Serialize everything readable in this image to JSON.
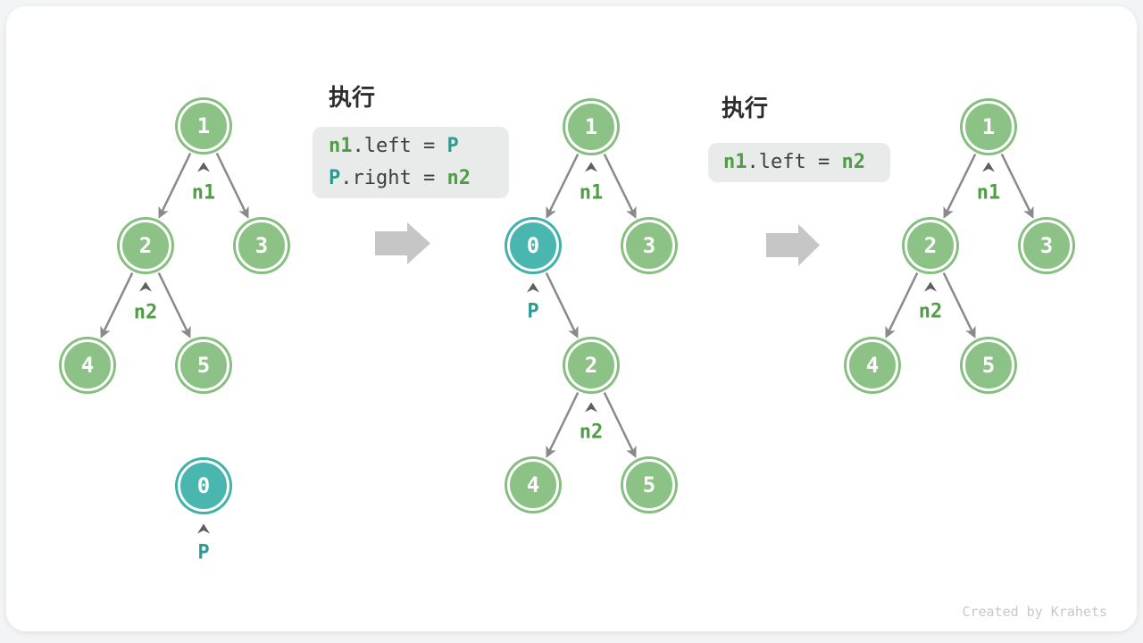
{
  "watermark": "Created by Krahets",
  "colors": {
    "node_green": "#8dc287",
    "node_teal": "#4ab6b0",
    "pointer_green": "#4f9d44",
    "pointer_teal": "#2b9a94",
    "edge_gray": "#8a8a8a",
    "code_box_bg": "#e9eaea",
    "code_text": "#3d3d3d",
    "block_arrow_gray": "#c6c6c6"
  },
  "icons": {
    "step_arrow": "arrow-right",
    "pointer_mark": "caret-up"
  },
  "steps": [
    {
      "title": "执行",
      "lines": [
        {
          "tokens": [
            {
              "text": "n1",
              "color": "green"
            },
            {
              "text": ".left = ",
              "color": "plain"
            },
            {
              "text": "P",
              "color": "teal"
            }
          ]
        },
        {
          "tokens": [
            {
              "text": "P",
              "color": "teal"
            },
            {
              "text": ".right = ",
              "color": "plain"
            },
            {
              "text": "n2",
              "color": "green"
            }
          ]
        }
      ]
    },
    {
      "title": "执行",
      "lines": [
        {
          "tokens": [
            {
              "text": "n1",
              "color": "green"
            },
            {
              "text": ".left = ",
              "color": "plain"
            },
            {
              "text": "n2",
              "color": "green"
            }
          ]
        }
      ]
    }
  ],
  "trees": [
    {
      "name": "initial tree with detached node P",
      "nodes": [
        {
          "value": "1",
          "type": "green"
        },
        {
          "value": "2",
          "type": "green"
        },
        {
          "value": "3",
          "type": "green"
        },
        {
          "value": "4",
          "type": "green"
        },
        {
          "value": "5",
          "type": "green"
        },
        {
          "value": "0",
          "type": "teal"
        }
      ],
      "pointers": [
        {
          "label": "n1",
          "color": "green"
        },
        {
          "label": "n2",
          "color": "green"
        },
        {
          "label": "P",
          "color": "teal"
        }
      ]
    },
    {
      "name": "tree after inserting P between n1 and n2",
      "nodes": [
        {
          "value": "1",
          "type": "green"
        },
        {
          "value": "0",
          "type": "teal"
        },
        {
          "value": "3",
          "type": "green"
        },
        {
          "value": "2",
          "type": "green"
        },
        {
          "value": "4",
          "type": "green"
        },
        {
          "value": "5",
          "type": "green"
        }
      ],
      "pointers": [
        {
          "label": "n1",
          "color": "green"
        },
        {
          "label": "P",
          "color": "teal"
        },
        {
          "label": "n2",
          "color": "green"
        }
      ]
    },
    {
      "name": "tree after removing P",
      "nodes": [
        {
          "value": "1",
          "type": "green"
        },
        {
          "value": "2",
          "type": "green"
        },
        {
          "value": "3",
          "type": "green"
        },
        {
          "value": "4",
          "type": "green"
        },
        {
          "value": "5",
          "type": "green"
        }
      ],
      "pointers": [
        {
          "label": "n1",
          "color": "green"
        },
        {
          "label": "n2",
          "color": "green"
        }
      ]
    }
  ]
}
